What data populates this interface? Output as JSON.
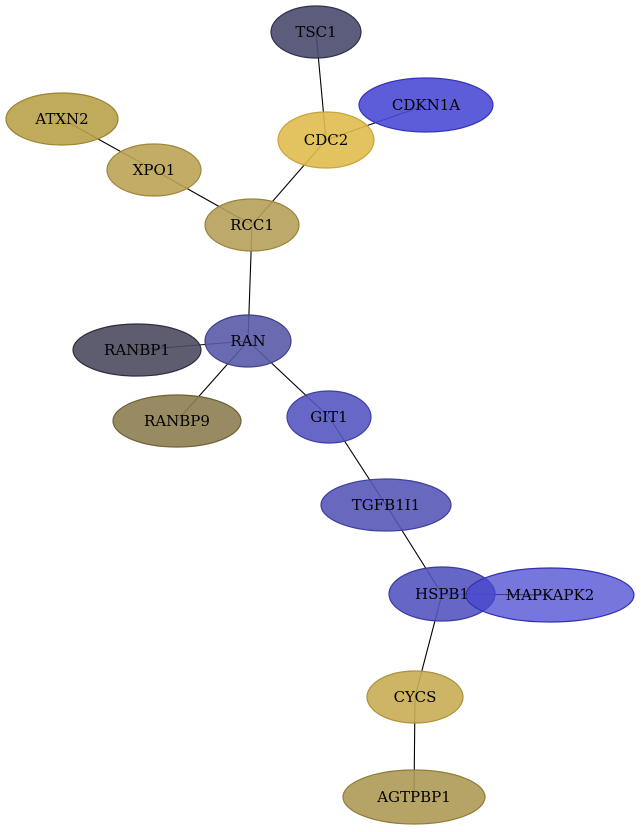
{
  "graph": {
    "nodes": [
      {
        "id": "TSC1",
        "label": "TSC1",
        "fill": "#4a4a6e",
        "stroke": "#2f2f4a"
      },
      {
        "id": "CDKN1A",
        "label": "CDKN1A",
        "fill": "#4b4bd6",
        "stroke": "#3434b8"
      },
      {
        "id": "ATXN2",
        "label": "ATXN2",
        "fill": "#b9a14a",
        "stroke": "#9a8433"
      },
      {
        "id": "CDC2",
        "label": "CDC2",
        "fill": "#e0bd4f",
        "stroke": "#c8a33a"
      },
      {
        "id": "XPO1",
        "label": "XPO1",
        "fill": "#bda455",
        "stroke": "#9f8738"
      },
      {
        "id": "RCC1",
        "label": "RCC1",
        "fill": "#b6a05a",
        "stroke": "#97833e"
      },
      {
        "id": "RAN",
        "label": "RAN",
        "fill": "#5a5aa8",
        "stroke": "#40408a"
      },
      {
        "id": "RANBP1",
        "label": "RANBP1",
        "fill": "#4b4b5f",
        "stroke": "#2e2e40"
      },
      {
        "id": "RANBP9",
        "label": "RANBP9",
        "fill": "#8d7d50",
        "stroke": "#6f6137"
      },
      {
        "id": "GIT1",
        "label": "GIT1",
        "fill": "#5656c2",
        "stroke": "#3d3da4"
      },
      {
        "id": "TGFB1I1",
        "label": "TGFB1I1",
        "fill": "#5858b8",
        "stroke": "#3f3f9c"
      },
      {
        "id": "HSPB1",
        "label": "HSPB1",
        "fill": "#5555c0",
        "stroke": "#3a3aa2"
      },
      {
        "id": "MAPKAPK2",
        "label": "MAPKAPK2",
        "fill": "#4848d0",
        "stroke": "#3030b2"
      },
      {
        "id": "CYCS",
        "label": "CYCS",
        "fill": "#c9ad55",
        "stroke": "#ab903b"
      },
      {
        "id": "AGTPBP1",
        "label": "AGTPBP1",
        "fill": "#ae9a55",
        "stroke": "#8f7d3a"
      }
    ],
    "edges": [
      {
        "source": "TSC1",
        "target": "CDC2"
      },
      {
        "source": "CDKN1A",
        "target": "CDC2"
      },
      {
        "source": "ATXN2",
        "target": "XPO1"
      },
      {
        "source": "XPO1",
        "target": "RCC1"
      },
      {
        "source": "CDC2",
        "target": "RCC1"
      },
      {
        "source": "RCC1",
        "target": "RAN"
      },
      {
        "source": "RANBP1",
        "target": "RAN"
      },
      {
        "source": "RAN",
        "target": "RANBP9"
      },
      {
        "source": "RAN",
        "target": "GIT1"
      },
      {
        "source": "GIT1",
        "target": "TGFB1I1"
      },
      {
        "source": "TGFB1I1",
        "target": "HSPB1"
      },
      {
        "source": "HSPB1",
        "target": "MAPKAPK2"
      },
      {
        "source": "HSPB1",
        "target": "CYCS"
      },
      {
        "source": "CYCS",
        "target": "AGTPBP1"
      }
    ]
  }
}
